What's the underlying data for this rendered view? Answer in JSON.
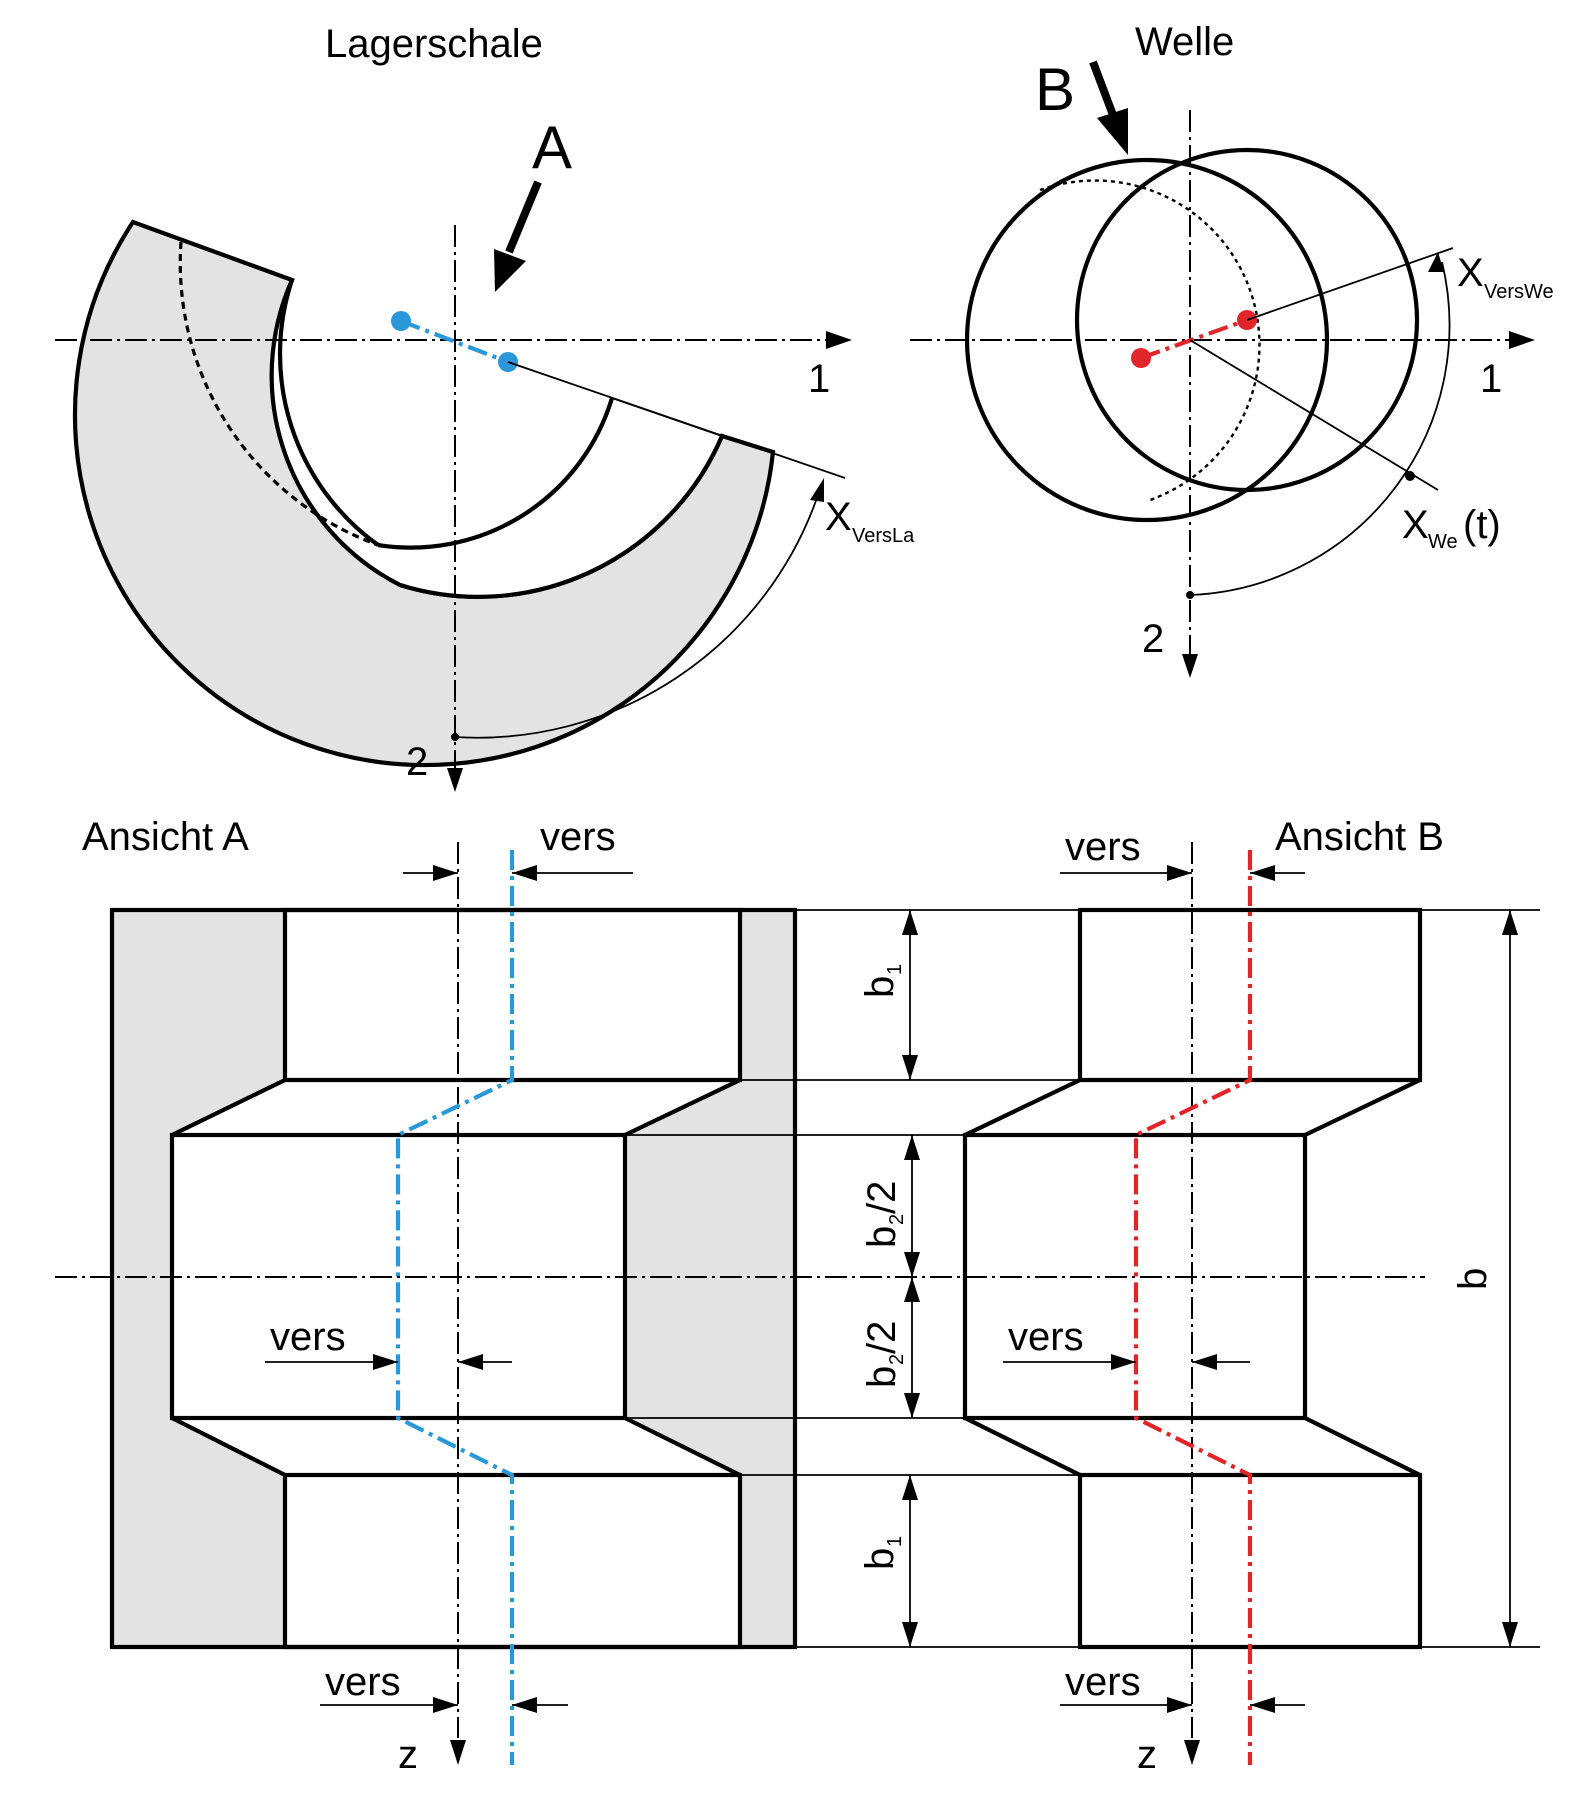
{
  "labels": {
    "lagerschale": "Lagerschale",
    "welle": "Welle",
    "view_a_marker": "A",
    "view_b_marker": "B",
    "axis_1": "1",
    "axis_2": "2",
    "x_vers_la": "X",
    "x_vers_la_sub": "VersLa",
    "x_vers_we": "X",
    "x_vers_we_sub": "VersWe",
    "x_we": "X",
    "x_we_sub": "We",
    "x_we_suffix": "(t)",
    "ansicht_a": "Ansicht A",
    "ansicht_b": "Ansicht B",
    "vers": "vers",
    "z": "z",
    "b": "b",
    "b1": "b",
    "b1_sub": "1",
    "b2": "b",
    "b2_sub": "2",
    "b2_suffix": "/2"
  },
  "colors": {
    "shaft_axis": "#e0262a",
    "bearing_axis": "#2a97d8",
    "shell_fill": "#e3e3e3"
  }
}
